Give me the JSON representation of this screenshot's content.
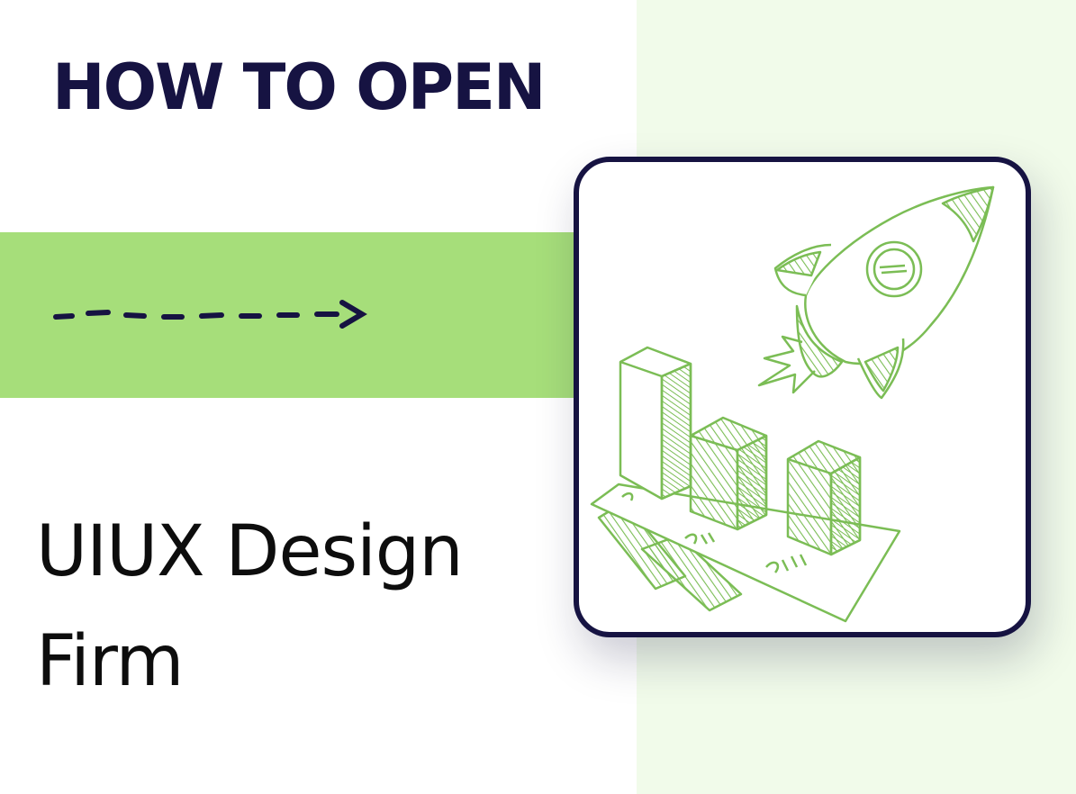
{
  "headline": "HOW TO OPEN",
  "subtitle_line1": "UIUX Design",
  "subtitle_line2": "Firm",
  "colors": {
    "navy": "#161342",
    "band_green": "#a6de7a",
    "panel_mint": "#f1fbea",
    "sketch_green": "#7bbd55"
  },
  "icons": [
    "dashed-arrow-icon",
    "rocket-icon",
    "bar-chart-icon"
  ]
}
